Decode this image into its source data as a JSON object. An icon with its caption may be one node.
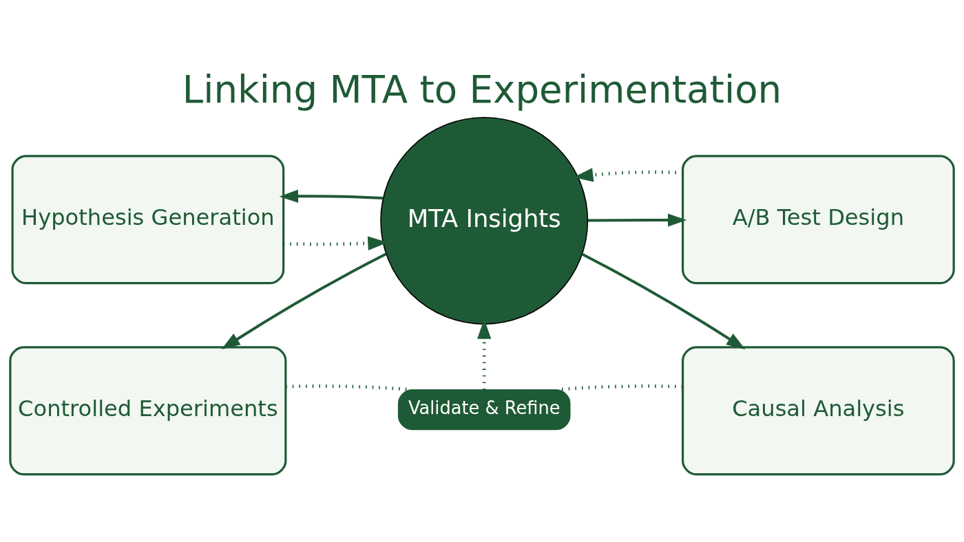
{
  "diagram": {
    "title": "Linking MTA to Experimentation",
    "nodes": [
      {
        "text": [
          "MTA Insights"
        ]
      },
      {
        "text": [
          "Hypothesis Generation"
        ]
      },
      {
        "text": [
          "A/B Test Design"
        ]
      },
      {
        "text": [
          "Controlled Experiments"
        ]
      },
      {
        "text": [
          "Causal Analysis"
        ]
      },
      {
        "text": [
          "Validate & Refine"
        ]
      }
    ],
    "edges": [
      {
        "from": 0,
        "to": 1,
        "arrow": "to"
      },
      {
        "from": 0,
        "to": 2,
        "arrow": "to"
      },
      {
        "from": 0,
        "to": 3,
        "arrow": "to"
      },
      {
        "from": 0,
        "to": 4,
        "arrow": "to"
      },
      {
        "from": 1,
        "to": 0,
        "arrow": "to",
        "style": "dashed"
      },
      {
        "from": 2,
        "to": 0,
        "arrow": "to",
        "style": "dashed"
      },
      {
        "from": 3,
        "to": 5,
        "arrow": "none",
        "style": "dashed"
      },
      {
        "from": 4,
        "to": 5,
        "arrow": "none",
        "style": "dashed"
      },
      {
        "from": 5,
        "to": 0,
        "arrow": "to",
        "style": "dashed"
      }
    ]
  }
}
